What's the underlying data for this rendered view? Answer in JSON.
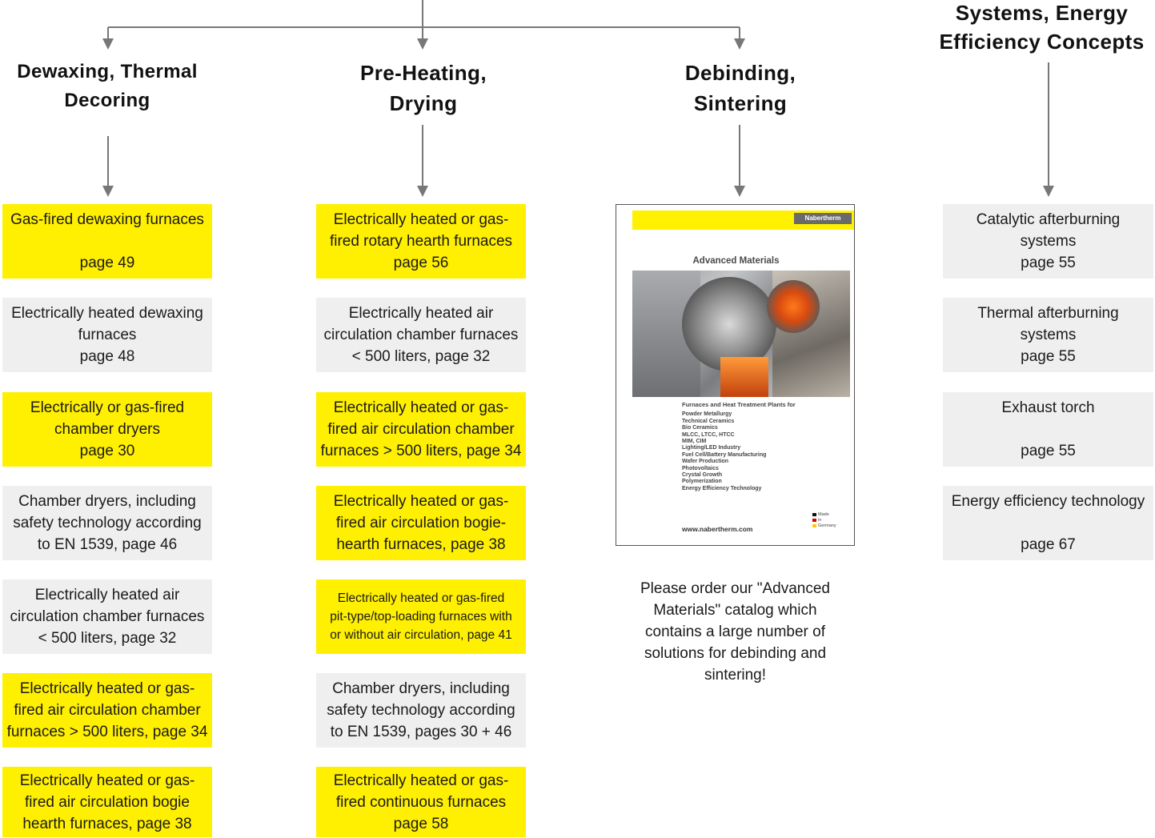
{
  "colors": {
    "highlight": "#ffef00",
    "neutral": "#efefef",
    "connector": "#777777"
  },
  "headings": {
    "dewaxing": [
      "Dewaxing, Thermal",
      "Decoring"
    ],
    "preheating": [
      "Pre-Heating,",
      "Drying"
    ],
    "debinding": [
      "Debinding,",
      "Sintering"
    ],
    "systems": [
      "Systems, Energy",
      "Efficiency Concepts"
    ]
  },
  "dewaxing_items": [
    {
      "lines": [
        "Gas-fired dewaxing furnaces",
        "",
        "page 49"
      ],
      "color": "yellow"
    },
    {
      "lines": [
        "Electrically heated dewaxing",
        "furnaces",
        "page 48"
      ],
      "color": "grey"
    },
    {
      "lines": [
        "Electrically or gas-fired",
        "chamber dryers",
        "page 30"
      ],
      "color": "yellow"
    },
    {
      "lines": [
        "Chamber dryers, including",
        "safety technology according",
        "to EN 1539, page 46"
      ],
      "color": "grey"
    },
    {
      "lines": [
        "Electrically heated air",
        "circulation chamber furnaces",
        "< 500 liters, page 32"
      ],
      "color": "grey"
    },
    {
      "lines": [
        "Electrically heated or gas-",
        "fired air circulation chamber",
        "furnaces > 500 liters, page 34"
      ],
      "color": "yellow"
    },
    {
      "lines": [
        "Electrically heated or gas-",
        "fired air circulation bogie",
        "hearth furnaces, page 38"
      ],
      "color": "yellow"
    }
  ],
  "preheating_items": [
    {
      "lines": [
        "Electrically heated or gas-",
        "fired rotary hearth furnaces",
        "page 56"
      ],
      "color": "yellow"
    },
    {
      "lines": [
        "Electrically heated air",
        "circulation chamber furnaces",
        "< 500 liters, page 32"
      ],
      "color": "grey"
    },
    {
      "lines": [
        "Electrically heated or gas-",
        "fired air circulation chamber",
        "furnaces > 500 liters, page 34"
      ],
      "color": "yellow"
    },
    {
      "lines": [
        "Electrically heated or gas-",
        "fired air circulation bogie-",
        "hearth furnaces, page 38"
      ],
      "color": "yellow"
    },
    {
      "lines": [
        "Electrically heated or gas-fired",
        "pit-type/top-loading furnaces with",
        "or without air circulation, page 41"
      ],
      "color": "yellow"
    },
    {
      "lines": [
        "Chamber dryers, including",
        "safety technology according",
        "to EN 1539, pages 30 + 46"
      ],
      "color": "grey"
    },
    {
      "lines": [
        "Electrically heated or gas-",
        "fired continuous furnaces",
        "page 58"
      ],
      "color": "yellow"
    }
  ],
  "systems_items": [
    {
      "lines": [
        "Catalytic afterburning",
        "systems",
        "page 55"
      ],
      "color": "grey"
    },
    {
      "lines": [
        "Thermal afterburning",
        "systems",
        "page 55"
      ],
      "color": "grey"
    },
    {
      "lines": [
        "Exhaust torch",
        "",
        "page 55"
      ],
      "color": "grey"
    },
    {
      "lines": [
        "Energy efficiency technology",
        "",
        "page 67"
      ],
      "color": "grey"
    }
  ],
  "catalog": {
    "logo": "Nabertherm",
    "title": "Advanced Materials",
    "heading": "Furnaces and Heat Treatment Plants for",
    "list": [
      "Powder Metallurgy",
      "Technical Ceramics",
      "Bio Ceramics",
      "MLCC, LTCC, HTCC",
      "MIM, CIM",
      "Lighting/LED Industry",
      "Fuel Cell/Battery Manufacturing",
      "Wafer Production",
      "Photovoltaics",
      "Crystal Growth",
      "Polymerization",
      "Energy Efficiency Technology"
    ],
    "url": "www.nabertherm.com",
    "badge": [
      "Made",
      "in",
      "Germany"
    ]
  },
  "order_note": [
    "Please order our \"Advanced",
    "Materials\" catalog which",
    "contains a large number of",
    "solutions for debinding and",
    "sintering!"
  ]
}
